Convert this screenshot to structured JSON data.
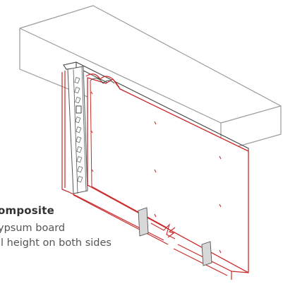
{
  "figure": {
    "caption_title": "omposite",
    "caption_lines": [
      "ypsum board",
      "ll height on both sides"
    ]
  },
  "colors": {
    "outline": "#9a9a9a",
    "accent_red": "#cc2a2a",
    "dark_line": "#444444",
    "stud_fill": "#d8d8d8"
  },
  "icons": [
    "concrete-slab",
    "steel-stud",
    "gypsum-board",
    "screw-mark"
  ]
}
